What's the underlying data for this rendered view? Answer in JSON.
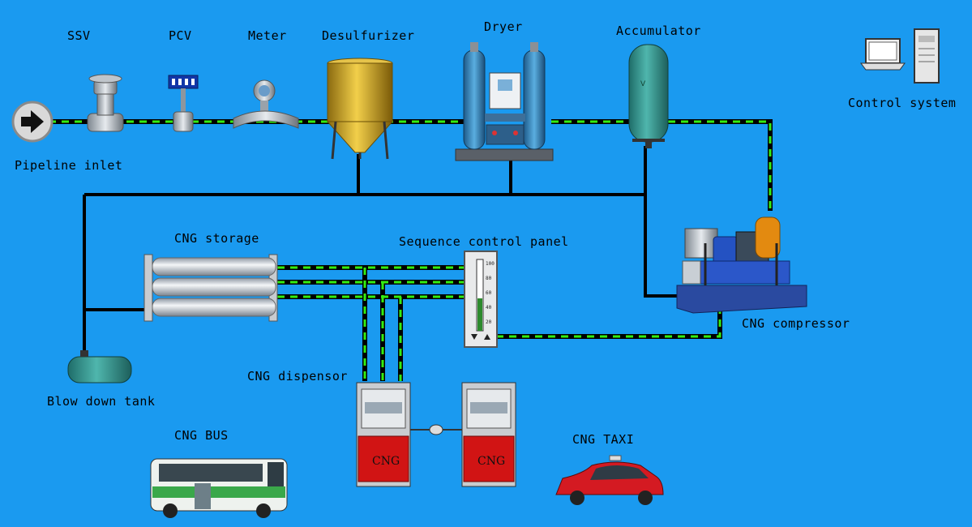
{
  "labels": {
    "ssv": "SSV",
    "pcv": "PCV",
    "meter": "Meter",
    "desulfurizer": "Desulfurizer",
    "dryer": "Dryer",
    "accumulator": "Accumulator",
    "control_system": "Control system",
    "pipeline_inlet": "Pipeline inlet",
    "cng_storage": "CNG storage",
    "sequence_panel": "Sequence control panel",
    "cng_compressor": "CNG compressor",
    "blow_down_tank": "Blow down tank",
    "cng_dispensor": "CNG dispensor",
    "cng_bus": "CNG BUS",
    "cng_taxi": "CNG TAXI",
    "dispenser_text": "CNG",
    "panel_scale": [
      "100",
      "80",
      "60",
      "40",
      "20"
    ]
  },
  "colors": {
    "background": "#1a9af0",
    "pipe_dark": "#000000",
    "pipe_gas": "#33ee11",
    "dispenser_red": "#d11414",
    "desulfurizer_gold": "#d4a51c",
    "vessel_blue": "#3a86c0",
    "accumulator_teal": "#2f8f8a"
  }
}
